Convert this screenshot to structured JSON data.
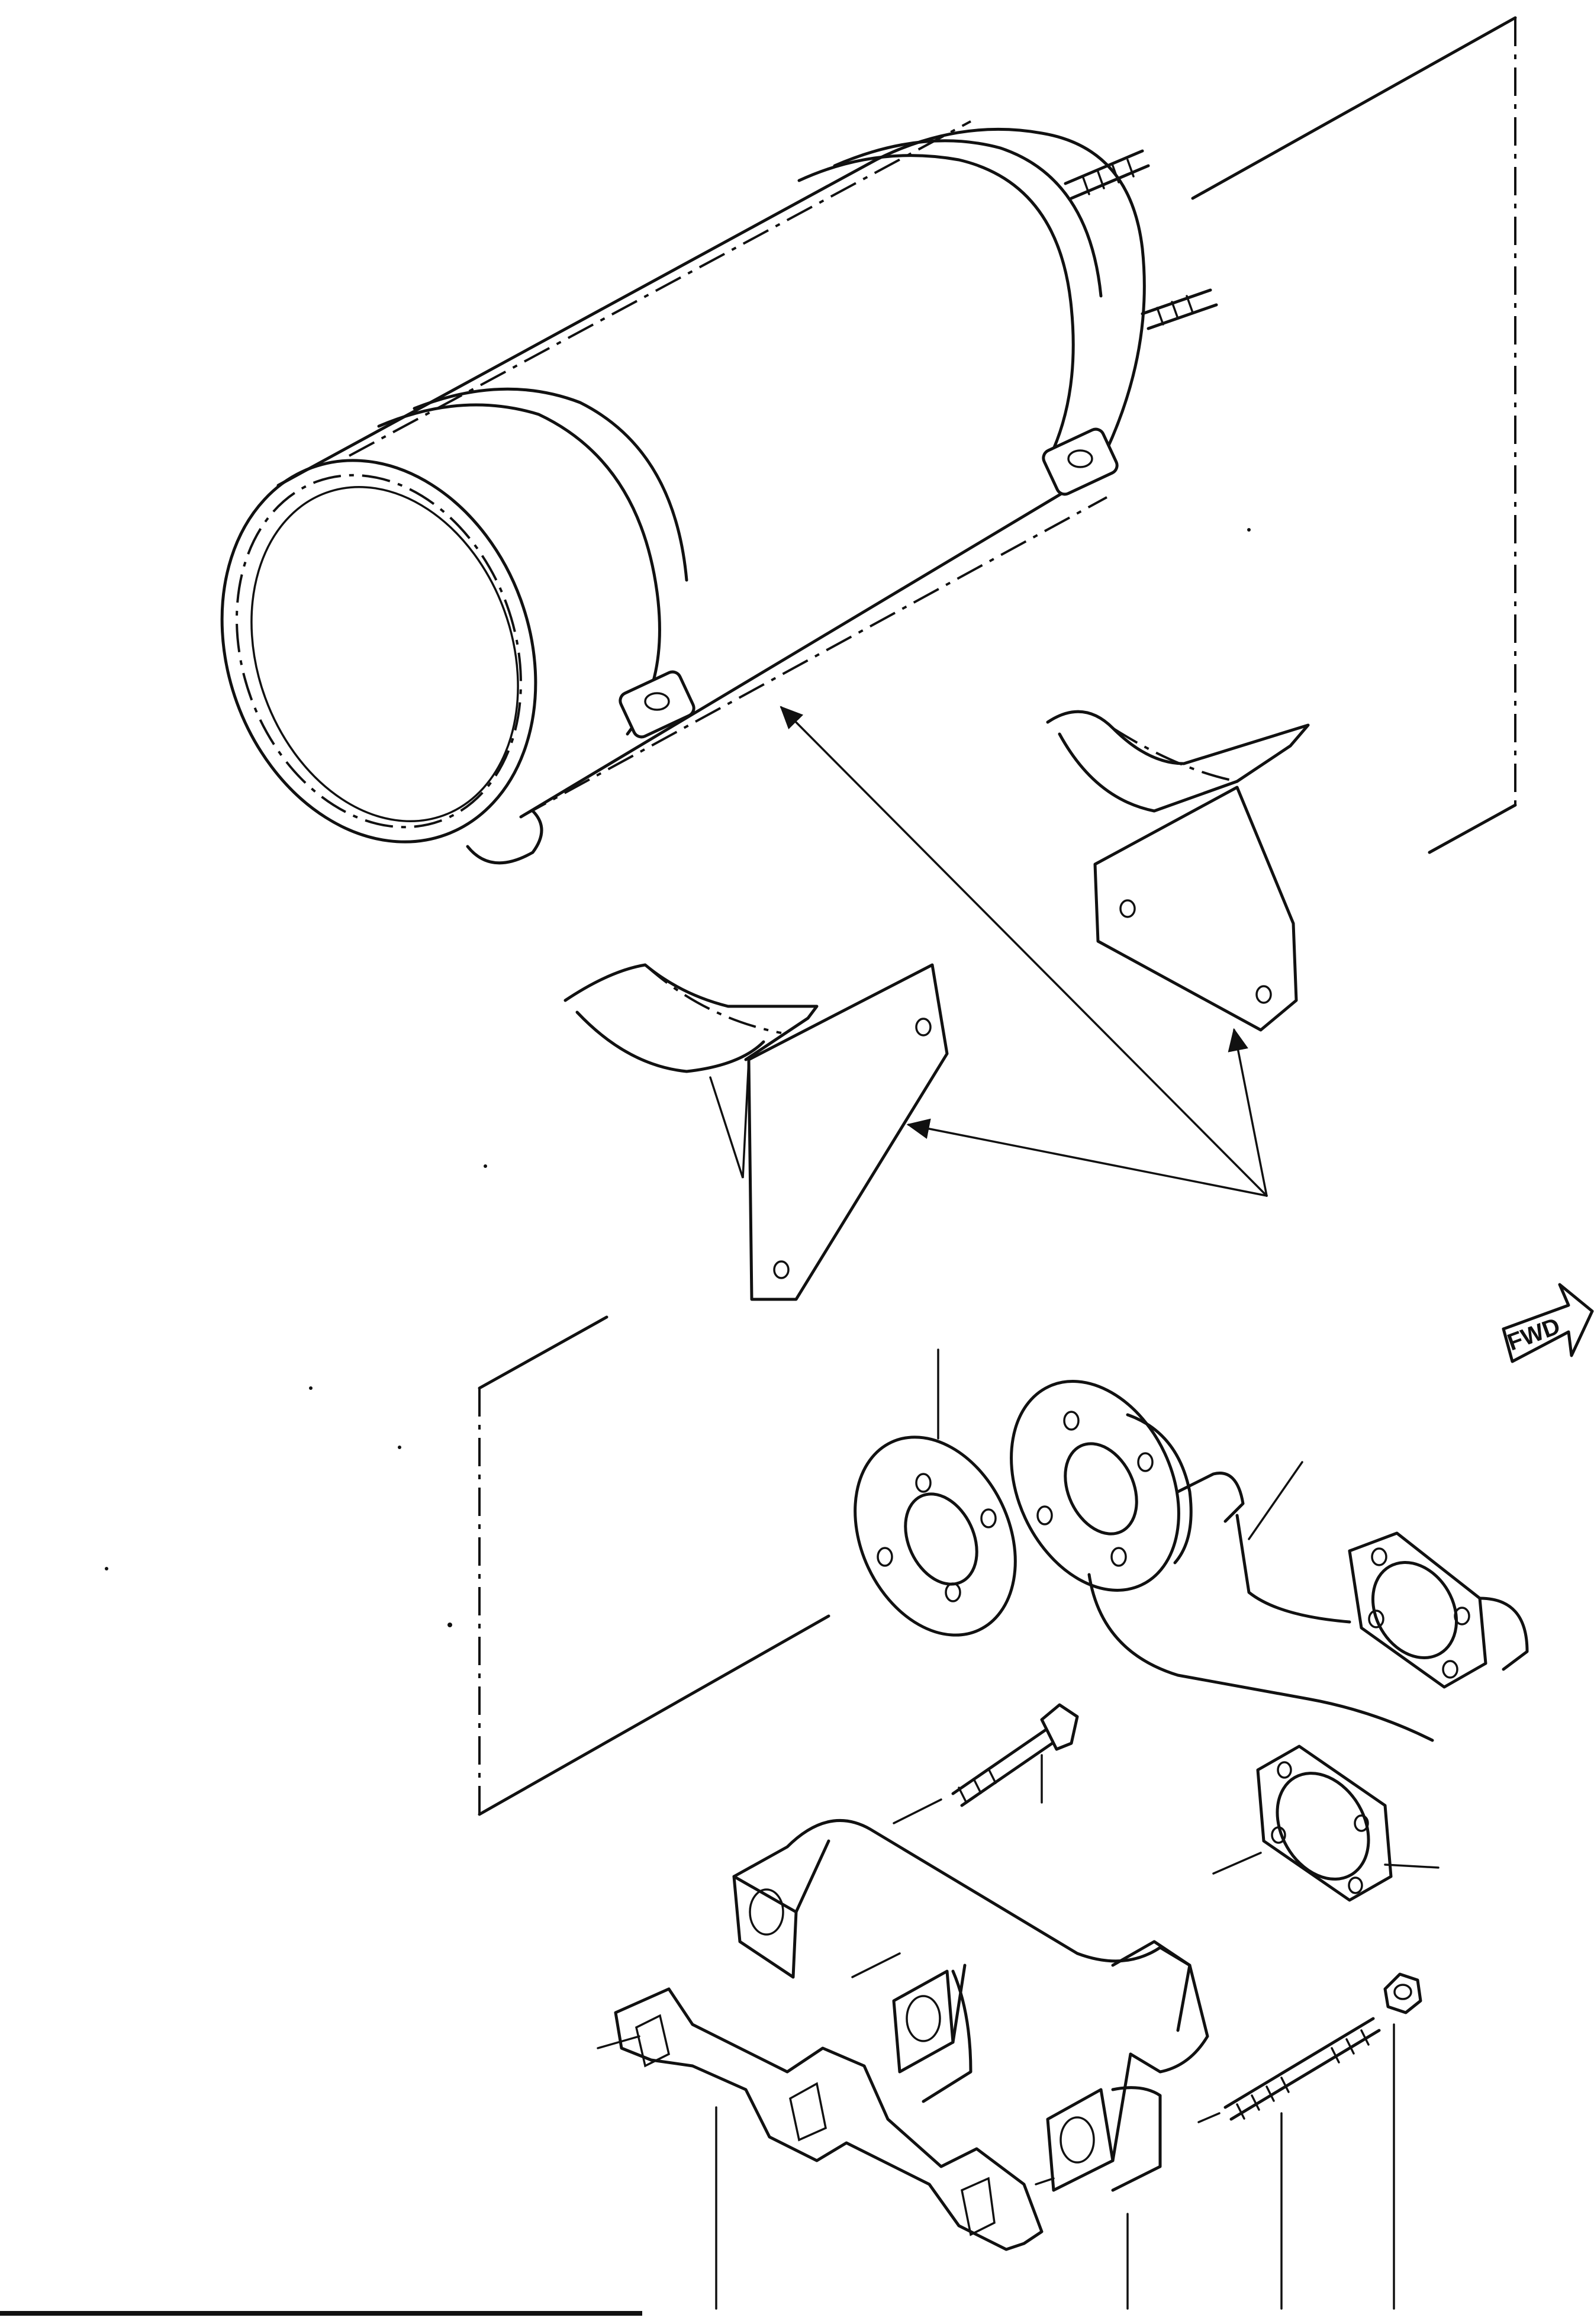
{
  "diagram": {
    "fwd_label": "FWD",
    "parts": [
      {
        "id": "muffler",
        "icon": "muffler-cylinder"
      },
      {
        "id": "mounting-bracket-right",
        "icon": "saddle-bracket"
      },
      {
        "id": "mounting-bracket-left",
        "icon": "saddle-bracket"
      },
      {
        "id": "flange-gasket-round",
        "icon": "round-gasket"
      },
      {
        "id": "exhaust-elbow-pipe",
        "icon": "elbow-pipe"
      },
      {
        "id": "square-flange-gasket",
        "icon": "square-gasket"
      },
      {
        "id": "flange-bolt",
        "icon": "bolt"
      },
      {
        "id": "exhaust-manifold",
        "icon": "manifold"
      },
      {
        "id": "manifold-gasket",
        "icon": "manifold-gasket"
      },
      {
        "id": "stud",
        "icon": "stud"
      },
      {
        "id": "nut",
        "icon": "hex-nut"
      }
    ]
  }
}
